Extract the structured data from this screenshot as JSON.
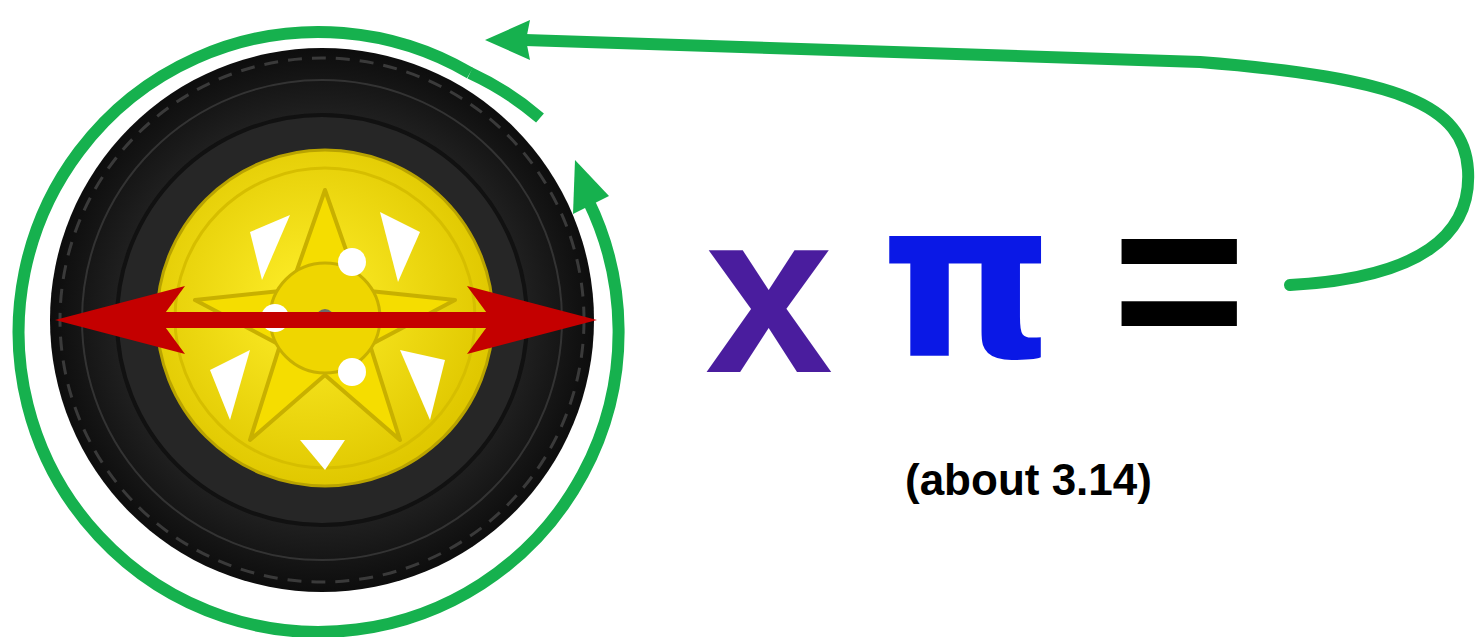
{
  "diagram": {
    "labels": [
      "x",
      "π",
      "=",
      "(about 3.14)"
    ]
  }
}
